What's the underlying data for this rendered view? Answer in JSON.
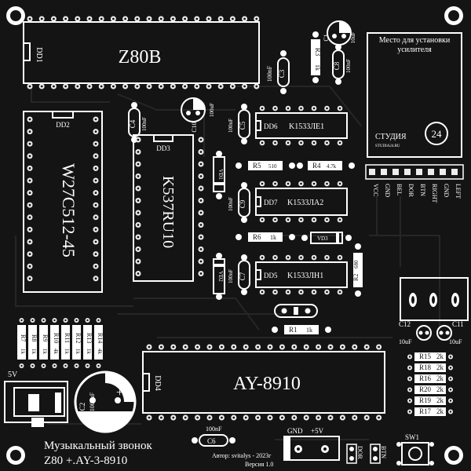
{
  "chips": {
    "dd1": {
      "name": "Z80B",
      "ref": "DD1"
    },
    "dd2": {
      "name": "W27C512-45",
      "ref": "DD2"
    },
    "dd3": {
      "name": "K537RU10",
      "ref": "DD3"
    },
    "dd4": {
      "name": "AY-8910",
      "ref": "DD4"
    },
    "dd5": {
      "name": "K1533ЛН1",
      "ref": "DD5"
    },
    "dd6": {
      "name": "K1533ЛЕ1",
      "ref": "DD6"
    },
    "dd7": {
      "name": "K1533ЛА2",
      "ref": "DD7"
    }
  },
  "caps": {
    "c1": {
      "ref": "C1",
      "value": "10uF"
    },
    "c2": {
      "ref": "C2",
      "value": "1000uF"
    },
    "c3": {
      "ref": "C3",
      "value": "100nF"
    },
    "c4": {
      "ref": "C4",
      "value": "100nF"
    },
    "c5": {
      "ref": "C5",
      "value": "100nF"
    },
    "c6": {
      "ref": "C6",
      "value": "100nF"
    },
    "c7": {
      "ref": "C7",
      "value": "100nF"
    },
    "c8": {
      "ref": "C8",
      "value": "100nF"
    },
    "c9": {
      "ref": "C9",
      "value": "100nF"
    },
    "c10": {
      "ref": "C10",
      "value": "100uF"
    },
    "c11": {
      "ref": "C11",
      "value": "10uF"
    },
    "c12": {
      "ref": "C12",
      "value": "10uF"
    }
  },
  "resistors": {
    "r1": {
      "ref": "R1",
      "value": "1k"
    },
    "r2": {
      "ref": "R2",
      "value": "680"
    },
    "r3": {
      "ref": "R3",
      "value": "1k"
    },
    "r4": {
      "ref": "R4",
      "value": "4.7k"
    },
    "r5": {
      "ref": "R5",
      "value": "510"
    },
    "r6": {
      "ref": "R6",
      "value": "1k"
    },
    "r7": {
      "ref": "R7",
      "value": "1k"
    },
    "r8": {
      "ref": "R8",
      "value": "1k"
    },
    "r9": {
      "ref": "R9",
      "value": "1k"
    },
    "r10": {
      "ref": "R10",
      "value": "4k"
    },
    "r11": {
      "ref": "R11",
      "value": "1k"
    },
    "r12": {
      "ref": "R12",
      "value": "1k"
    },
    "r13": {
      "ref": "R13",
      "value": "1k"
    },
    "r14": {
      "ref": "R14",
      "value": "4k"
    },
    "r15": {
      "ref": "R15",
      "value": "2k"
    },
    "r16": {
      "ref": "R16",
      "value": "2k"
    },
    "r17": {
      "ref": "R17",
      "value": "2k"
    },
    "r18": {
      "ref": "R18",
      "value": "2k"
    },
    "r19": {
      "ref": "R19",
      "value": "2k"
    },
    "r20": {
      "ref": "R20",
      "value": "2k"
    }
  },
  "diodes": {
    "vd1": "VD1",
    "vd2": "VD2",
    "vd3": "VD3"
  },
  "amp": {
    "line1": "Место для установки",
    "line2": "усилителя",
    "logo_text": "СТУДИЯ",
    "logo_sub": "STUDIA24.RU",
    "logo_num": "24"
  },
  "header_pins": [
    "VCC",
    "GND",
    "BEL",
    "DOR",
    "BTN",
    "RIGHT",
    "GND",
    "LEFT"
  ],
  "power": {
    "five_v": "5V",
    "gnd": "GND",
    "plus5v": "+5V"
  },
  "buttons": {
    "dor": "DOR",
    "btn": "BTN",
    "sw1": "SW1"
  },
  "title": {
    "line1": "Музыкальный звонок",
    "line2": "Z80 +.AY-3-8910"
  },
  "author": {
    "line1": "Автор: svitalys - 2023г",
    "line2": "Версия 1.0"
  },
  "colors": {
    "board": "#141414",
    "silk": "#ffffff",
    "pad": "#eeeeee",
    "hole": "#141414",
    "trace": "#2a2a2a"
  }
}
